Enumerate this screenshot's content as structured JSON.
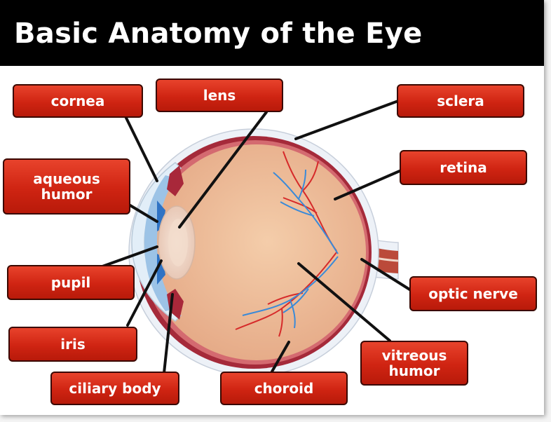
{
  "title": "Basic Anatomy of the Eye",
  "labels": {
    "cornea": "cornea",
    "lens": "lens",
    "sclera": "sclera",
    "retina": "retina",
    "aqueous_humor": "aqueous humor",
    "pupil": "pupil",
    "iris": "iris",
    "ciliary_body": "ciliary body",
    "choroid": "choroid",
    "vitreous_humor": "vitreous humor",
    "optic_nerve": "optic nerve"
  },
  "colors": {
    "title_bar": "#000000",
    "label_fill": "#d42b17",
    "sclera": "#edf1f7",
    "choroid": "#a52a3a",
    "retina": "#d46a70",
    "vitreous": "#eebc94",
    "artery": "#d62a2a",
    "vein": "#3a8ad8"
  }
}
